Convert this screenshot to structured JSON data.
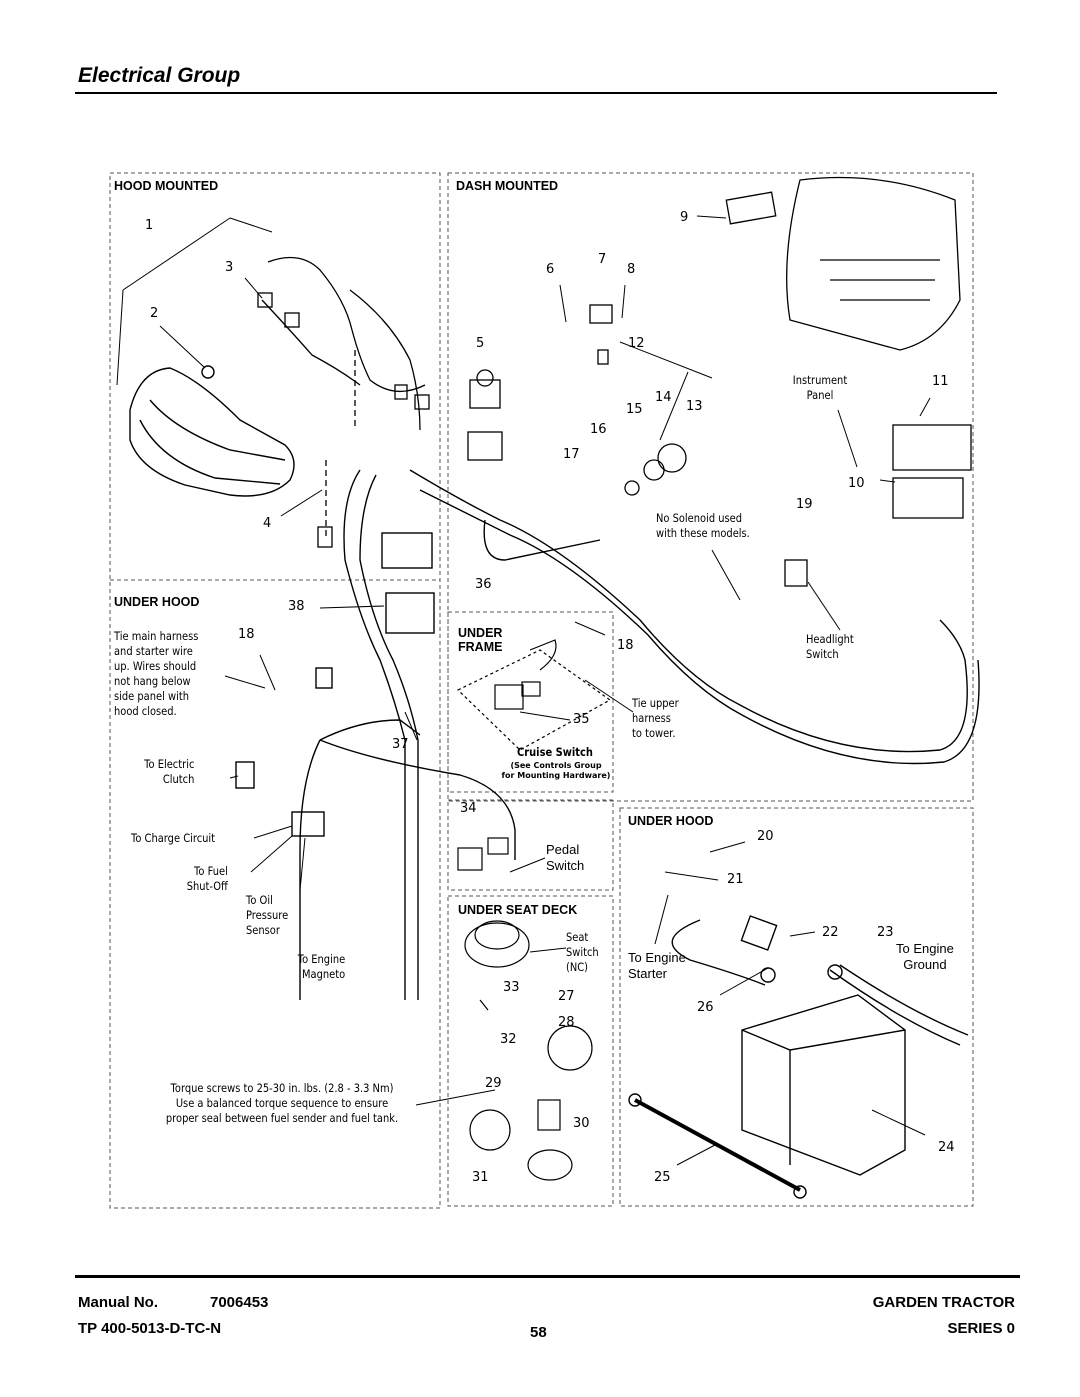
{
  "page": {
    "title": "Electrical Group",
    "footer": {
      "manual_label": "Manual No.",
      "manual_number": "7006453",
      "tp_number": "TP 400-5013-D-TC-N",
      "page_number": "58",
      "product": "GARDEN TRACTOR",
      "series": "SERIES 0"
    }
  },
  "sections": {
    "hood_mounted": "HOOD MOUNTED",
    "dash_mounted": "DASH MOUNTED",
    "under_hood_left": "UNDER HOOD",
    "under_frame": "UNDER\nFRAME",
    "under_hood_right": "UNDER HOOD",
    "under_seat_deck": "UNDER SEAT DECK"
  },
  "notes": {
    "tie_main": "Tie main harness\nand starter wire\nup. Wires should\nnot hang below\nside panel with\nhood closed.",
    "to_electric_clutch": "To Electric\nClutch",
    "to_charge_circuit": "To Charge Circuit",
    "to_fuel_shutoff": "To Fuel\nShut-Off",
    "to_oil_pressure": "To Oil\nPressure\nSensor",
    "to_engine_magneto": "To Engine\nMagneto",
    "torque": "Torque screws to 25-30 in. lbs. (2.8 - 3.3 Nm)\nUse a balanced torque sequence to ensure\nproper seal between fuel sender and fuel tank.",
    "instrument_panel": "Instrument\nPanel",
    "no_solenoid": "No Solenoid used\nwith these models.",
    "headlight_switch": "Headlight\nSwitch",
    "tie_upper": "Tie upper\nharness\nto tower.",
    "cruise_switch": "Cruise Switch",
    "cruise_ref": "(See Controls Group\nfor Mounting Hardware)",
    "pedal_switch": "Pedal\nSwitch",
    "seat_switch": "Seat\nSwitch\n(NC)",
    "to_engine_starter": "To Engine\nStarter",
    "to_engine_ground": "To Engine\nGround"
  },
  "callouts": [
    "1",
    "2",
    "3",
    "4",
    "5",
    "6",
    "7",
    "8",
    "9",
    "10",
    "11",
    "12",
    "13",
    "14",
    "15",
    "16",
    "17",
    "18",
    "18",
    "19",
    "20",
    "21",
    "22",
    "23",
    "24",
    "25",
    "26",
    "27",
    "28",
    "29",
    "30",
    "31",
    "32",
    "33",
    "34",
    "35",
    "36",
    "37",
    "38"
  ],
  "colors": {
    "ink": "#000000",
    "panel_border": "#555555",
    "background": "#ffffff"
  }
}
